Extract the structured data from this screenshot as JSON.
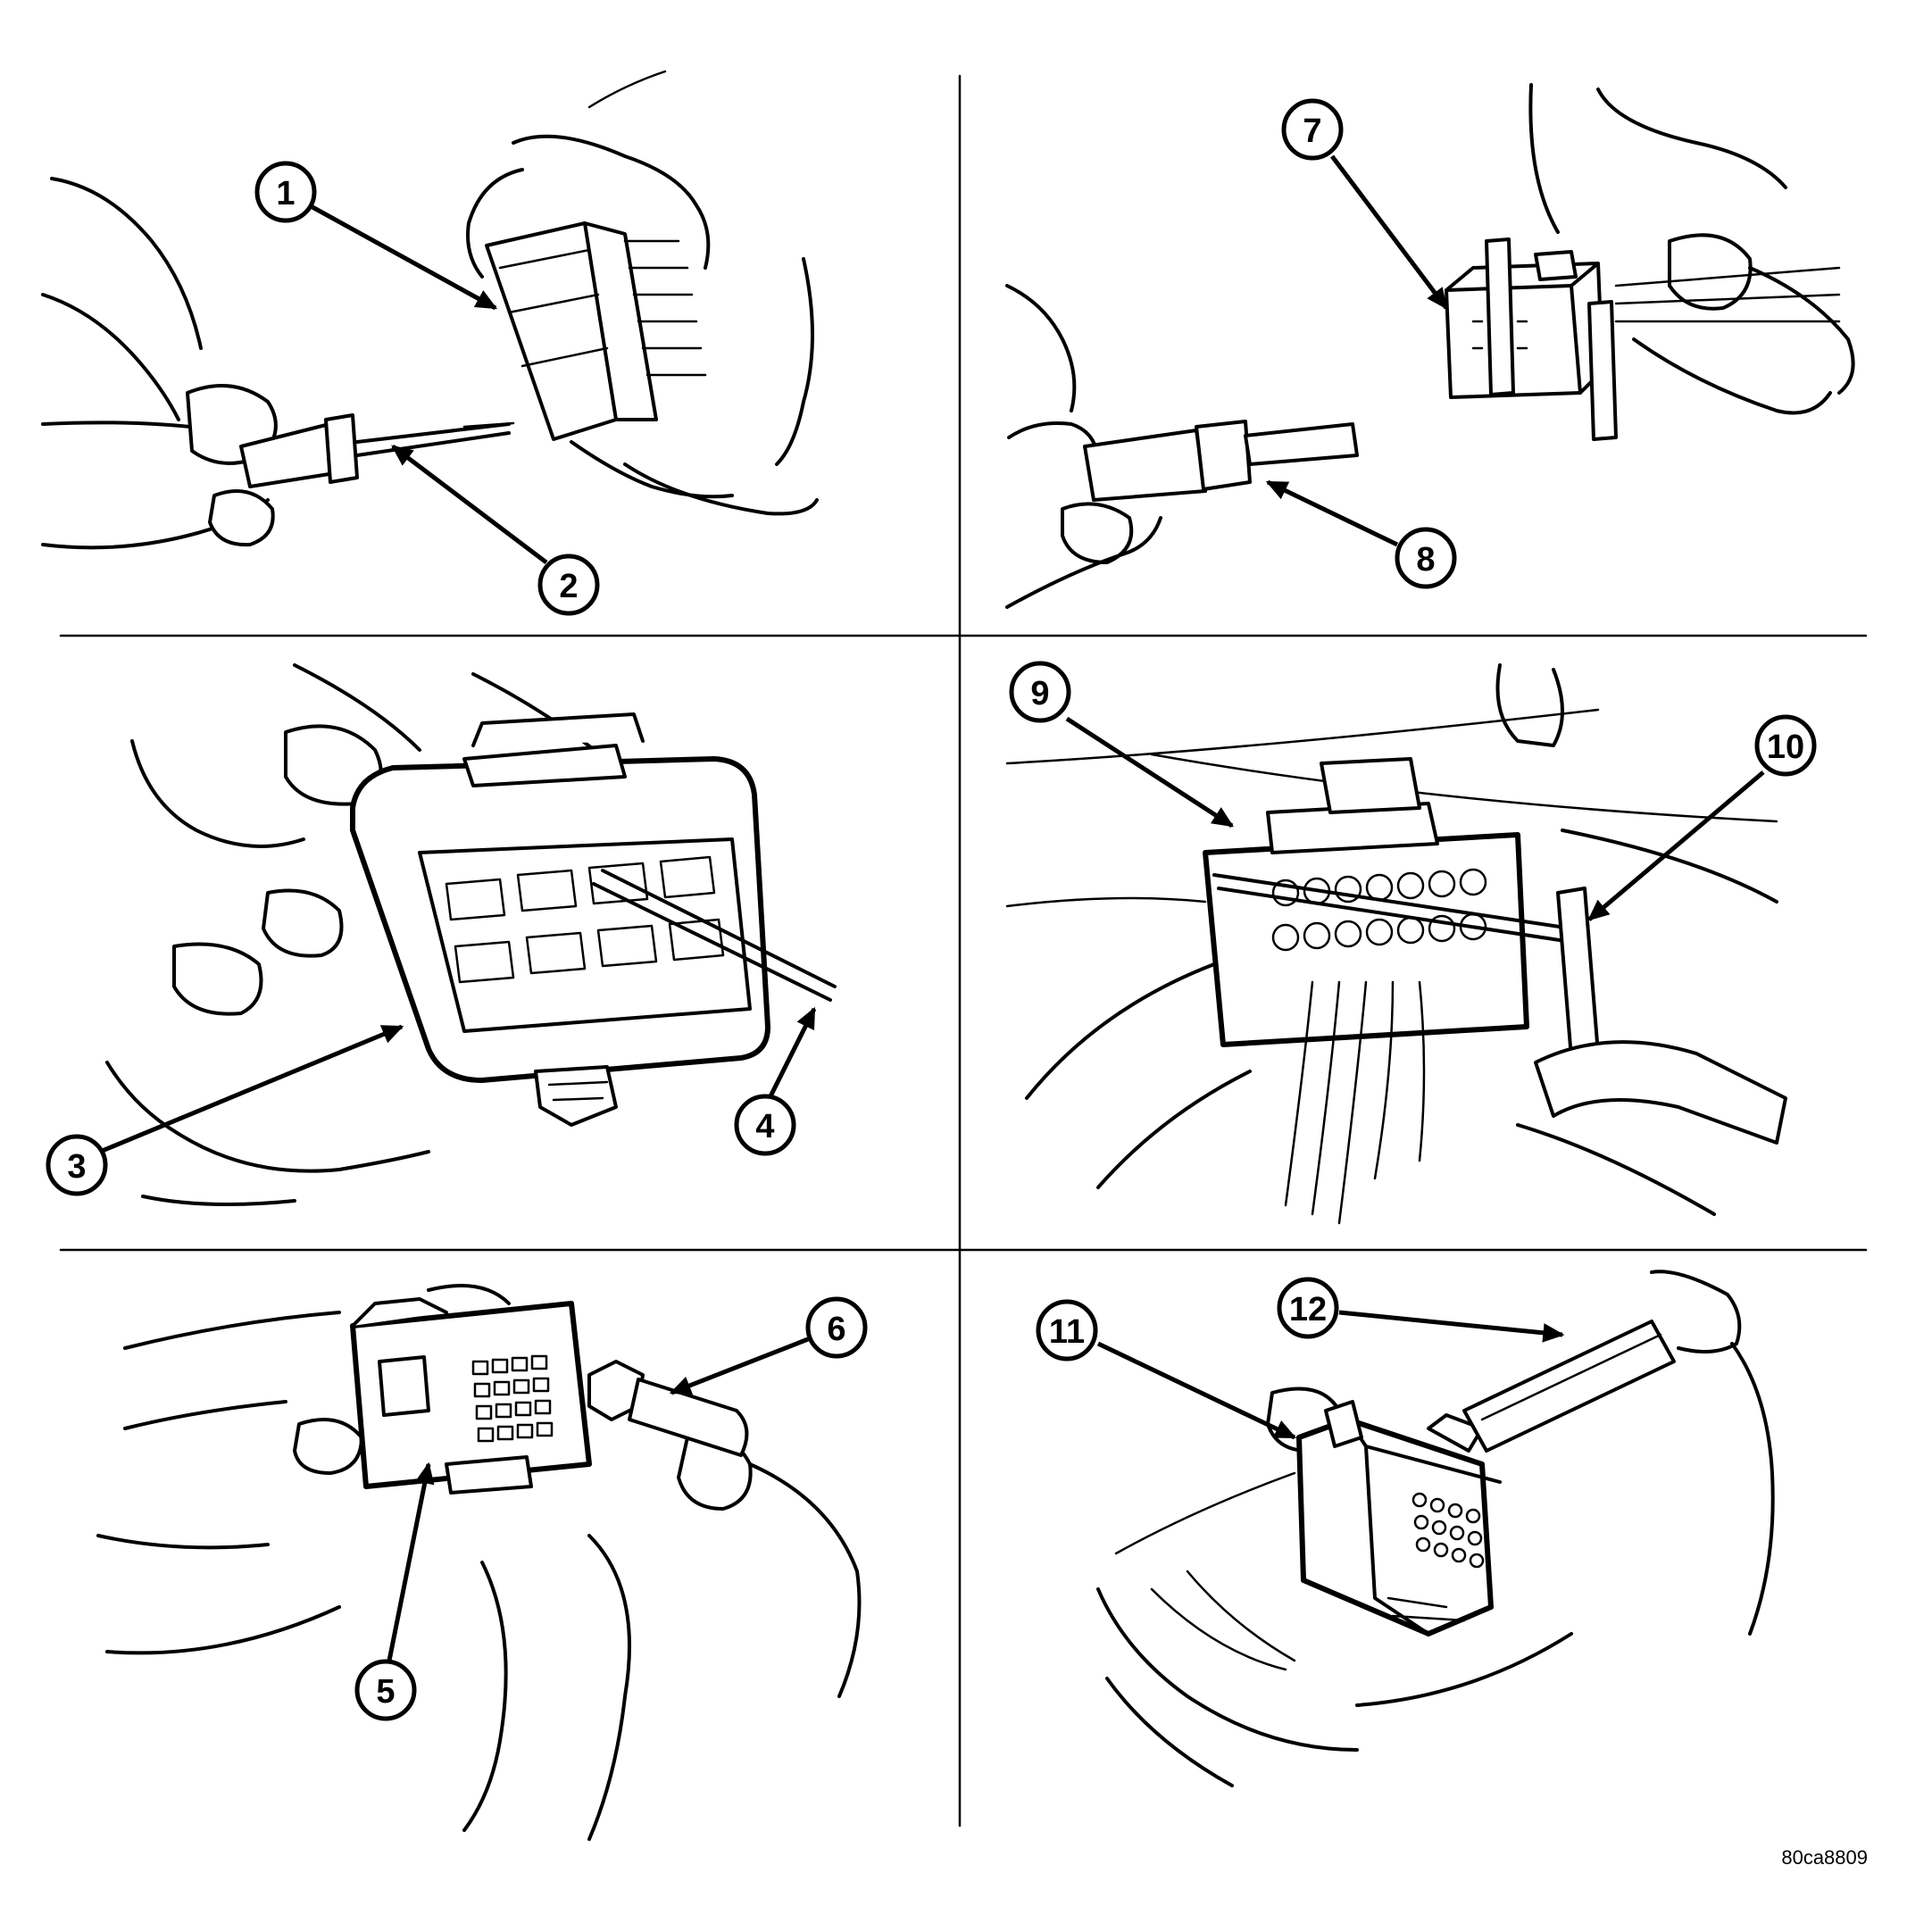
{
  "figure_id": "80ca8809",
  "callouts": {
    "c1": "1",
    "c2": "2",
    "c3": "3",
    "c4": "4",
    "c5": "5",
    "c6": "6",
    "c7": "7",
    "c8": "8",
    "c9": "9",
    "c10": "10",
    "c11": "11",
    "c12": "12"
  }
}
